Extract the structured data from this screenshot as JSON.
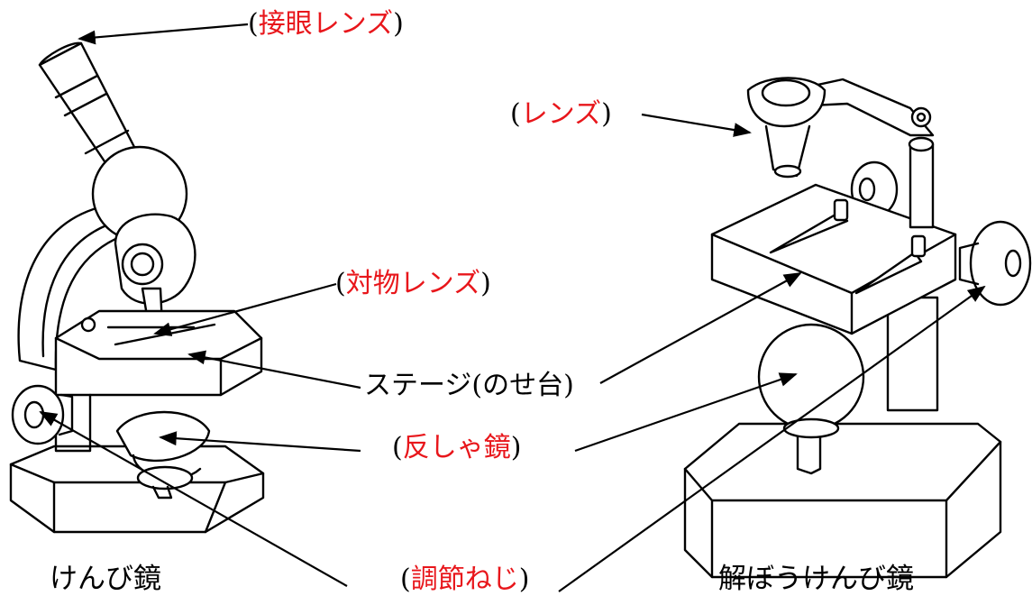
{
  "labels": {
    "eyepiece": {
      "open": "(",
      "term": "接眼レンズ",
      "close": ")"
    },
    "lens": {
      "open": "(",
      "term": "レンズ",
      "close": ")"
    },
    "objective": {
      "open": "(",
      "term": "対物レンズ",
      "close": ")"
    },
    "stage": "ステージ(のせ台)",
    "mirror": {
      "open": "(",
      "term": "反しゃ鏡",
      "close": ")"
    },
    "adjust_screw": {
      "open": "(",
      "term": "調節ねじ",
      "close": ")"
    }
  },
  "captions": {
    "microscope": "けんび鏡",
    "dissecting_microscope": "解ぼうけんび鏡"
  },
  "colors": {
    "answer_text": "#e8161b",
    "line": "#000000"
  }
}
